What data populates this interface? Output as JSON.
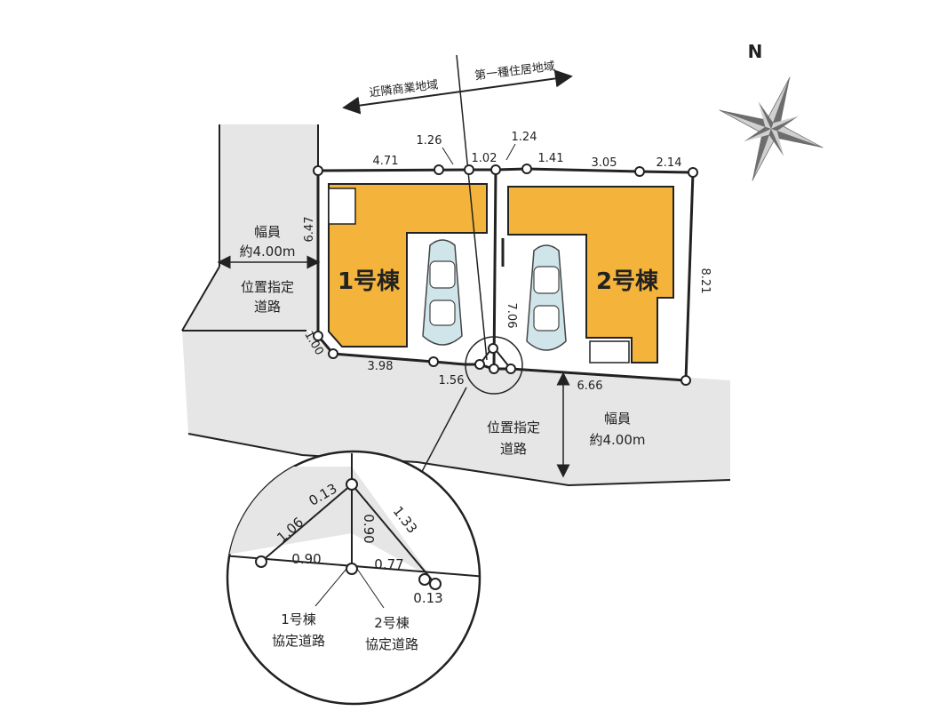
{
  "zones": {
    "left": "近隣商業地域",
    "right": "第一種住居地域"
  },
  "compass": {
    "letter": "N"
  },
  "buildings": [
    {
      "label": "1号棟"
    },
    {
      "label": "2号棟"
    }
  ],
  "roads": {
    "west": {
      "width_label": "幅員",
      "width_value": "約4.00m",
      "type_line1": "位置指定",
      "type_line2": "道路"
    },
    "south": {
      "type_line1": "位置指定",
      "type_line2": "道路",
      "width_label": "幅員",
      "width_value": "約4.00m"
    }
  },
  "dimensions": {
    "top": [
      "4.71",
      "1.26",
      "1.02",
      "1.24",
      "1.41",
      "3.05",
      "2.14"
    ],
    "left": "6.47",
    "right": "8.21",
    "middle": "7.06",
    "corner": "1.00",
    "bottom": [
      "3.98",
      "1.56",
      "6.66"
    ]
  },
  "detail": {
    "dimensions": [
      "0.13",
      "1.06",
      "0.90",
      "1.33",
      "0.90",
      "0.77",
      "0.13"
    ],
    "labels": [
      {
        "line1": "1号棟",
        "line2": "協定道路"
      },
      {
        "line1": "2号棟",
        "line2": "協定道路"
      }
    ]
  },
  "colors": {
    "building": "#F4B33A",
    "road": "#E6E6E6",
    "lines": "#222222",
    "compass_dark": "#6D6D6D",
    "compass_light": "#D0D0D0",
    "car": "#CFE5EA"
  }
}
